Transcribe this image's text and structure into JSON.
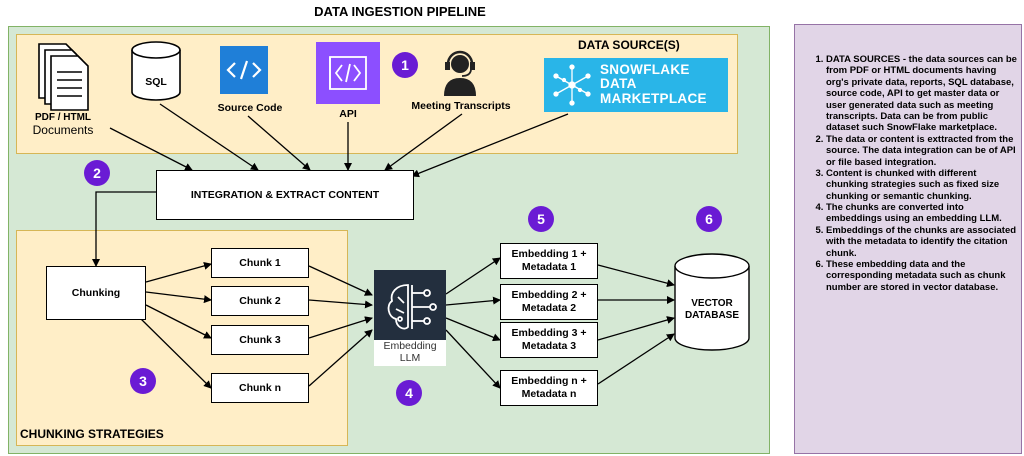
{
  "title": "DATA INGESTION PIPELINE",
  "sources": {
    "section_label": "DATA SOURCE(S)",
    "pdf_label_line1": "PDF / HTML",
    "pdf_label_line2": "Documents",
    "sql_label": "SQL",
    "source_code_label": "Source Code",
    "api_label": "API",
    "meeting_label": "Meeting Transcripts",
    "snowflake_line1": "SNOWFLAKE",
    "snowflake_line2": "DATA",
    "snowflake_line3": "MARKETPLACE"
  },
  "integration": {
    "label": "INTEGRATION & EXTRACT CONTENT"
  },
  "chunking": {
    "section_label": "CHUNKING STRATEGIES",
    "chunking_label": "Chunking",
    "chunks": [
      "Chunk 1",
      "Chunk 2",
      "Chunk 3",
      "Chunk n"
    ]
  },
  "llm": {
    "line1": "Embedding",
    "line2": "LLM"
  },
  "embeddings": [
    {
      "line1": "Embedding 1 +",
      "line2": "Metadata 1"
    },
    {
      "line1": "Embedding 2 +",
      "line2": "Metadata 2"
    },
    {
      "line1": "Embedding 3 +",
      "line2": "Metadata 3"
    },
    {
      "line1": "Embedding n +",
      "line2": "Metadata n"
    }
  ],
  "database": {
    "line1": "VECTOR",
    "line2": "DATABASE"
  },
  "badges": [
    "1",
    "2",
    "3",
    "4",
    "5",
    "6"
  ],
  "colors": {
    "badge": "#6a1bd4",
    "main_panel": "#d5e8d4",
    "source_panel": "#ffeec7",
    "notes_panel": "#e1d5e7",
    "aws_blue": "#1f7fd8",
    "api_purple": "#8c4fff",
    "snowflake_blue": "#29b5e8",
    "llm_dark": "#232f3e"
  },
  "notes": [
    "DATA SOURCES - the data sources can be from PDF or HTML documents having org's private data, reports, SQL database, source code, API to get master data or user generated data such as meeting transcripts. Data can be from public dataset such SnowFlake marketplace.",
    "The data or content is exttracted from the source. The data integration can be of API or file based integration.",
    "Content is chunked with different chunking strategies such as fixed size chunking or semantic chunking.",
    "The chunks are converted into embeddings using an embedding LLM.",
    "Embeddings of the chunks are associated with the metadata to identify the citation chunk.",
    "These embedding data and the corresponding metadata such as chunk number are stored in vector database."
  ]
}
